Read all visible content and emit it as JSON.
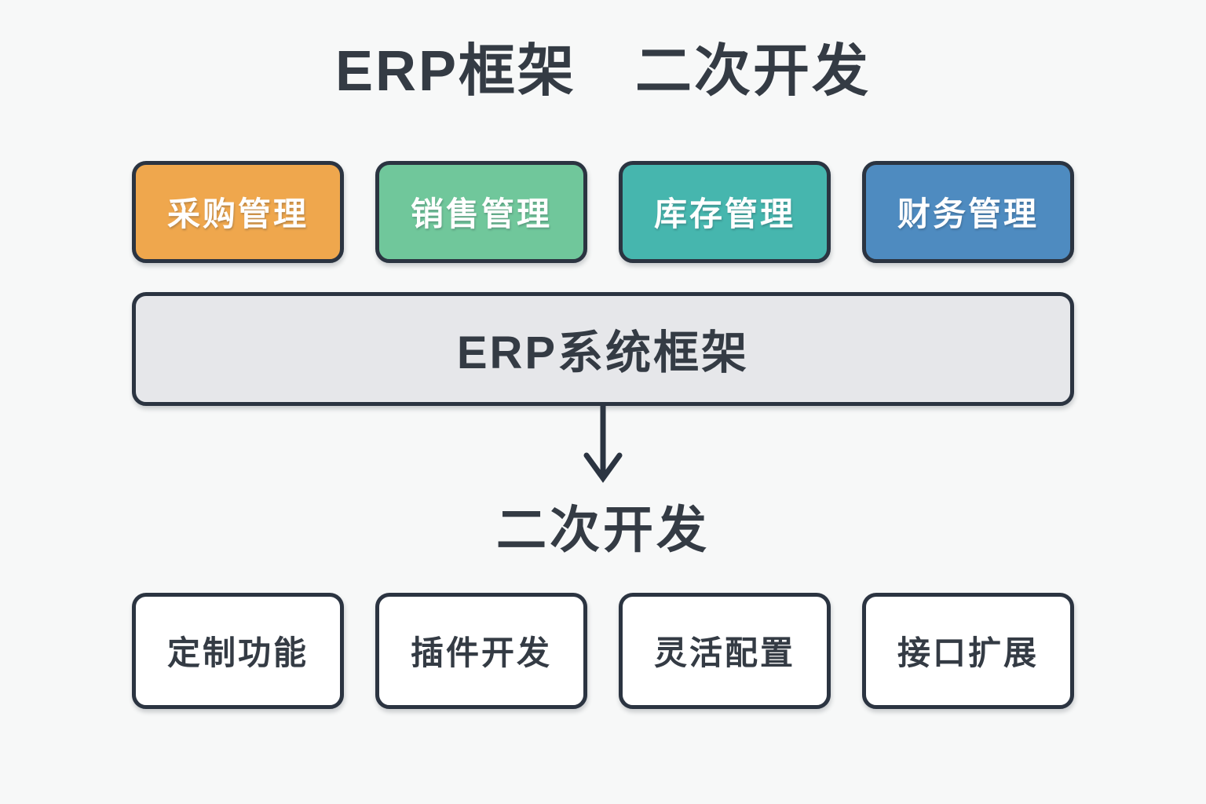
{
  "page": {
    "title": "ERP框架　二次开发",
    "background": "#F7F8F8",
    "ink": "#2B3441",
    "text_color": "#343B44"
  },
  "diagram": {
    "modules": [
      {
        "label": "采购管理",
        "color": "#EFA74D"
      },
      {
        "label": "销售管理",
        "color": "#70C79B"
      },
      {
        "label": "库存管理",
        "color": "#46B6AE"
      },
      {
        "label": "财务管理",
        "color": "#4E8BC0"
      }
    ],
    "framework": {
      "label": "ERP系统框架",
      "fill": "#E6E7EA"
    },
    "arrow": {
      "icon": "down-arrow-icon",
      "direction": "down"
    },
    "section_title": "二次开发",
    "dev_items": [
      {
        "label": "定制功能"
      },
      {
        "label": "插件开发"
      },
      {
        "label": "灵活配置"
      },
      {
        "label": "接口扩展"
      }
    ]
  }
}
